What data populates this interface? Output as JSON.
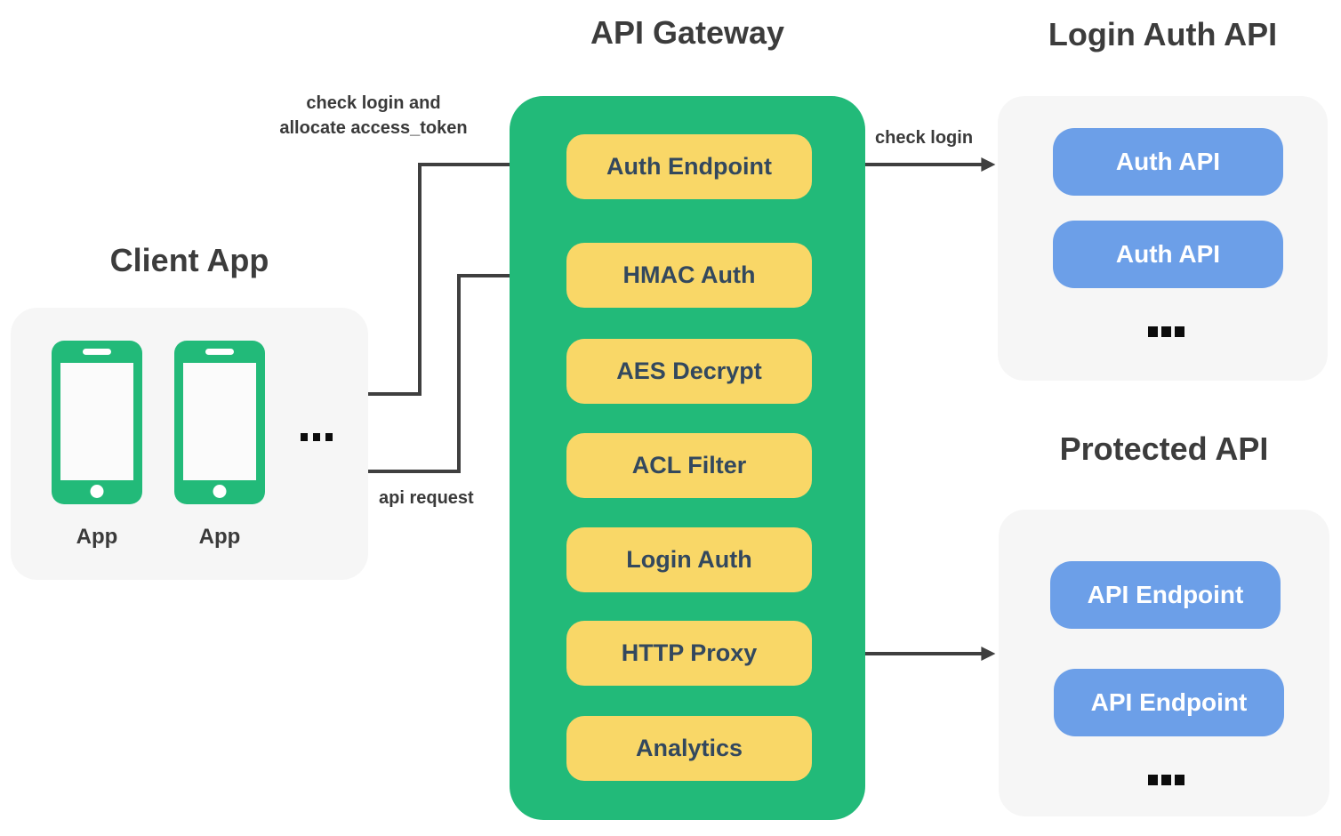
{
  "colors": {
    "green": "#22BA79",
    "yellow": "#F9D767",
    "blue": "#6C9FE8",
    "panel_bg": "#F6F6F6",
    "node_text": "#33485E",
    "title_text": "#3C3C3C",
    "label_text": "#3A3A3A",
    "arrow": "#3F3F3F"
  },
  "client": {
    "title": "Client App",
    "apps": [
      {
        "label": "App"
      },
      {
        "label": "App"
      }
    ],
    "ellipsis": "..."
  },
  "gateway": {
    "title": "API Gateway",
    "nodes": [
      "Auth Endpoint",
      "HMAC Auth",
      "AES Decrypt",
      "ACL Filter",
      "Login Auth",
      "HTTP Proxy",
      "Analytics"
    ]
  },
  "login_auth_api": {
    "title": "Login Auth API",
    "nodes": [
      "Auth API",
      "Auth API"
    ],
    "ellipsis": "..."
  },
  "protected_api": {
    "title": "Protected API",
    "nodes": [
      "API Endpoint",
      "API Endpoint"
    ],
    "ellipsis": "..."
  },
  "edge_labels": {
    "auth_line1": "check login and",
    "auth_line2": "allocate access_token",
    "api_request": "api request",
    "check_login": "check login"
  }
}
